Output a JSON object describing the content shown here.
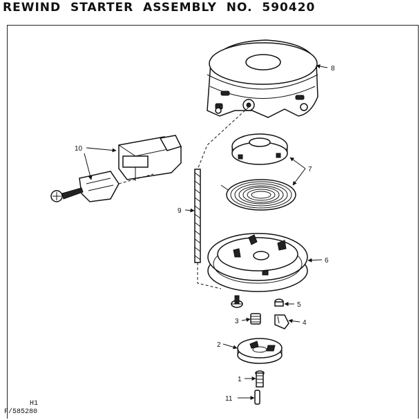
{
  "title": "REWIND  STARTER  ASSEMBLY  NO.  590420",
  "callouts": {
    "p1": "1",
    "p2": "2",
    "p3": "3",
    "p4": "4",
    "p5": "5",
    "p6": "6",
    "p7": "7",
    "p8": "8",
    "p9": "9",
    "p10": "10",
    "p11": "11"
  },
  "ref_code": "H1",
  "ref_number": "F/585280"
}
